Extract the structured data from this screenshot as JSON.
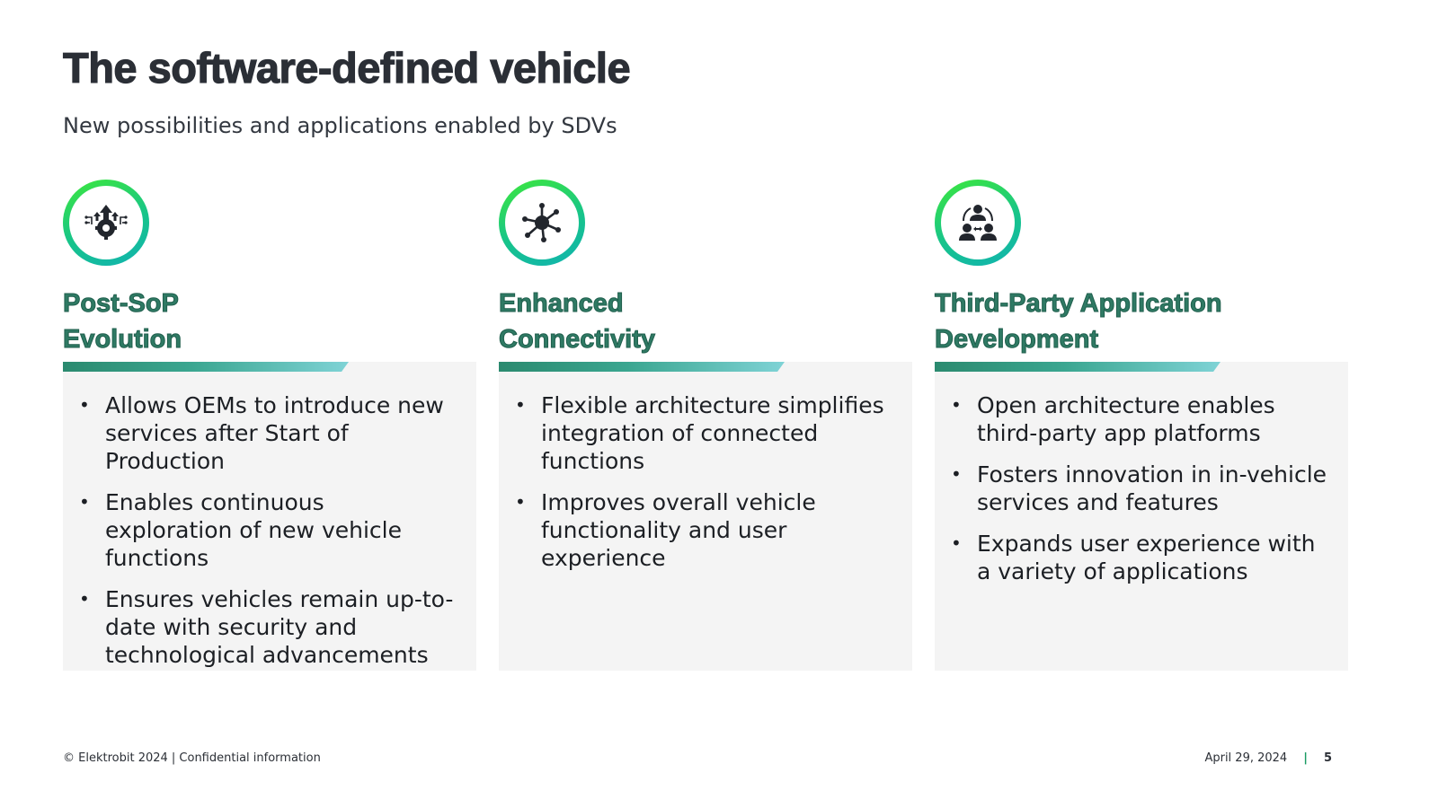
{
  "slide": {
    "title": "The software-defined vehicle",
    "subtitle": "New possibilities and applications enabled by SDVs"
  },
  "columns": [
    {
      "icon": "gear-upgrade-icon",
      "title_line1": "Post-SoP",
      "title_line2": "Evolution",
      "bullets": [
        "Allows OEMs to introduce new services after Start of Production",
        "Enables continuous exploration of new vehicle functions",
        "Ensures vehicles remain up-to-date with security and technological advancements"
      ]
    },
    {
      "icon": "network-hub-icon",
      "title_line1": "Enhanced",
      "title_line2": "Connectivity",
      "bullets": [
        "Flexible architecture simplifies integration of connected functions",
        "Improves overall vehicle functionality and user experience"
      ]
    },
    {
      "icon": "people-collaboration-icon",
      "title_line1": "Third-Party Application",
      "title_line2": "Development",
      "bullets": [
        "Open architecture enables third-party app platforms",
        "Fosters innovation in in-vehicle services and features",
        "Expands user experience with a variety of applications"
      ]
    }
  ],
  "footer": {
    "copyright": "© Elektrobit 2024 | Confidential information",
    "date": "April 29, 2024",
    "separator": "|",
    "page": "5"
  },
  "colors": {
    "title_text": "#2b2f36",
    "heading_green": "#2f7a64",
    "card_background": "#f4f4f4",
    "ring_gradient_start": "#3ee83a",
    "ring_gradient_end": "#11b3b0"
  }
}
